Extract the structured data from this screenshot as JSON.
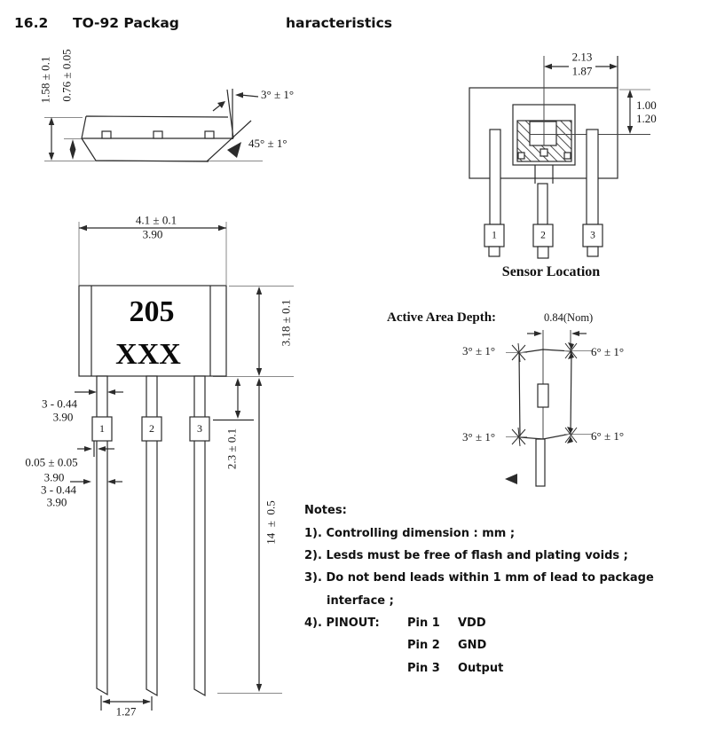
{
  "header": {
    "section": "16.2",
    "title_left": "TO-92 Packag",
    "title_right": "haracteristics"
  },
  "side_view": {
    "dim_height_outer": "1.58 ± 0.1",
    "dim_height_inner": "0.76 ± 0.05",
    "angle_top": "3° ± 1°",
    "angle_bottom": "45° ± 1°"
  },
  "sensor_location": {
    "dim_width_max": "2.13",
    "dim_width_min": "1.87",
    "dim_depth_min": "1.00",
    "dim_depth_max": "1.20",
    "pin1": "1",
    "pin2": "2",
    "pin3": "3",
    "caption": "Sensor Location"
  },
  "front_view": {
    "dim_width_max": "4.1 ± 0.1",
    "dim_width_nom": "3.90",
    "marking_line1": "205",
    "marking_line2": "XXX",
    "dim_body_height": "3.18 ± 0.1",
    "dim_shoulder": "2.3 ± 0.1",
    "dim_lead_length": "14  ±  0.5",
    "lead_dims": [
      "3 - 0.44",
      "3.90",
      "0.05 ± 0.05",
      "3.90",
      "3 - 0.44",
      "3.90"
    ],
    "dim_lead_pitch": "1.27",
    "pin1": "1",
    "pin2": "2",
    "pin3": "3"
  },
  "active_area": {
    "title": "Active Area Depth:",
    "nominal": "0.84(Nom)",
    "angle_top_left": "3° ± 1°",
    "angle_top_right": "6° ± 1°",
    "angle_bottom_left": "3° ± 1°",
    "angle_bottom_right": "6° ± 1°"
  },
  "notes": {
    "heading": "Notes:",
    "note1": "1). Controlling dimension : mm ;",
    "note2": "2). Lesds must be free of flash and plating voids ;",
    "note3_line1": "3). Do not bend leads within 1 mm of lead to package",
    "note3_line2": "interface ;",
    "note4_label": "4). PINOUT:",
    "pinout": [
      {
        "pin": "Pin 1",
        "signal": "VDD"
      },
      {
        "pin": "Pin 2",
        "signal": "GND"
      },
      {
        "pin": "Pin 3",
        "signal": "Output"
      }
    ]
  }
}
